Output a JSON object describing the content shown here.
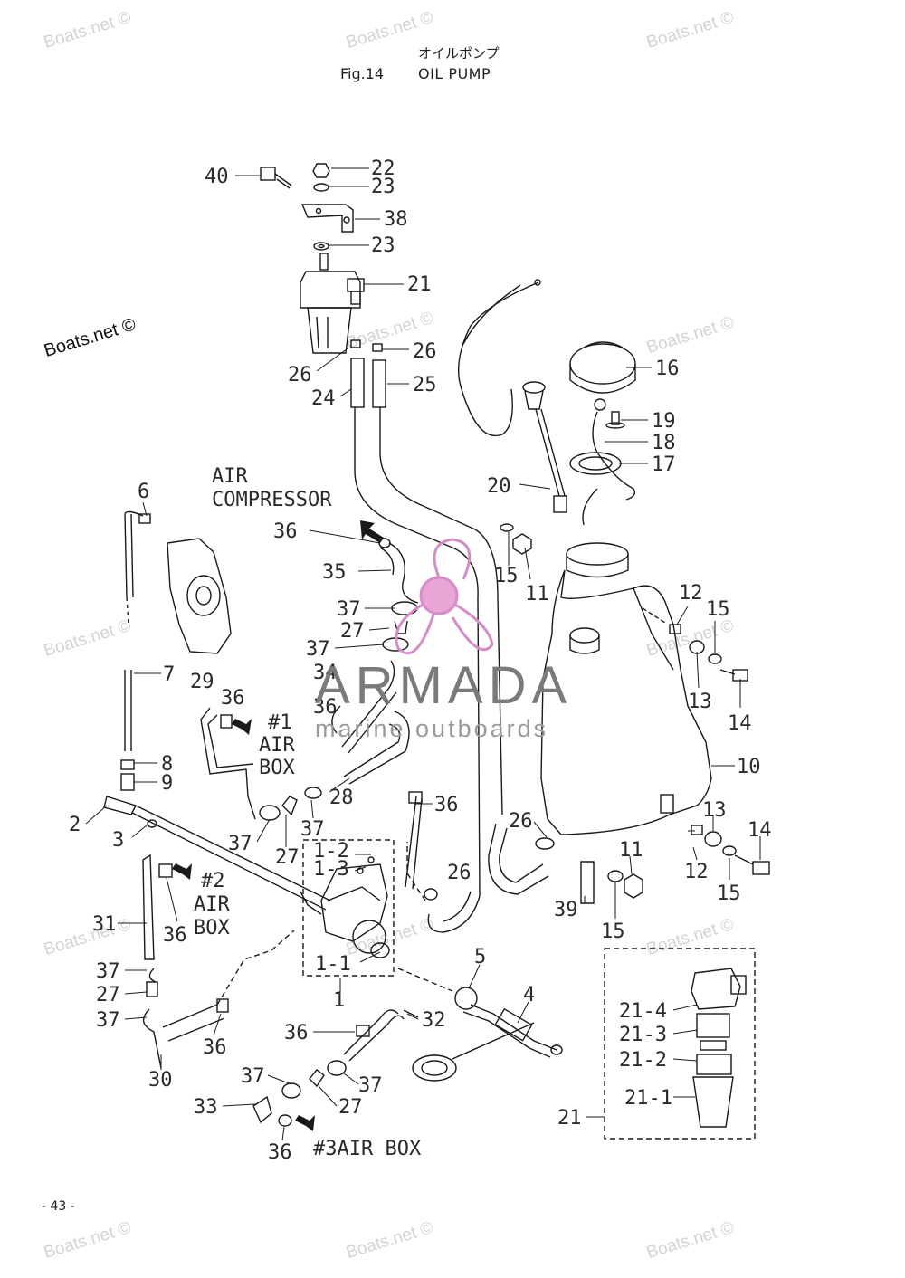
{
  "header": {
    "title_jp": "オイルポンプ",
    "fig_label": "Fig.14",
    "title": "OIL PUMP"
  },
  "footer": {
    "page_number": "- 43 -"
  },
  "watermarks": {
    "text": "Boats.net ©",
    "brand": "ARMADA",
    "brand_sub": "marine outboards"
  },
  "notes": {
    "air_compressor": [
      "AIR",
      "COMPRESSOR"
    ],
    "air_box_1": [
      "#1",
      "AIR",
      "BOX"
    ],
    "air_box_2": [
      "#2",
      "AIR",
      "BOX"
    ],
    "air_box_3": "#3AIR BOX"
  },
  "callouts": {
    "c40": "40",
    "c22": "22",
    "c23a": "23",
    "c38": "38",
    "c23b": "23",
    "c21a": "21",
    "c26a": "26",
    "c26b": "26",
    "c24": "24",
    "c25": "25",
    "c16": "16",
    "c19": "19",
    "c18": "18",
    "c17": "17",
    "c20": "20",
    "c6": "6",
    "c36a": "36",
    "c35": "35",
    "c15a": "15",
    "c11a": "11",
    "c37a": "37",
    "c27a": "27",
    "c37b": "37",
    "c34": "34",
    "c36b": "36",
    "c12a": "12",
    "c15b": "15",
    "c13a": "13",
    "c14a": "14",
    "c7": "7",
    "c29": "29",
    "c36c": "36",
    "c8": "8",
    "c9": "9",
    "c28": "28",
    "c36d": "36",
    "c10": "10",
    "c2": "2",
    "c3": "3",
    "c37c": "37",
    "c27b": "27",
    "c37d": "37",
    "c1_2": "1-2",
    "c1_3": "1-3",
    "c26c": "26",
    "c26d": "26",
    "c13b": "13",
    "c14b": "14",
    "c11b": "11",
    "c12b": "12",
    "c15c": "15",
    "c39": "39",
    "c15d": "15",
    "c31": "31",
    "c36e": "36",
    "c1_1": "1-1",
    "c1": "1",
    "c5": "5",
    "c37e": "37",
    "c27c": "27",
    "c37f": "37",
    "c36f": "36",
    "c4": "4",
    "c36g": "36",
    "c32": "32",
    "c30": "30",
    "c21_4": "21-4",
    "c21_3": "21-3",
    "c21_2": "21-2",
    "c21_1": "21-1",
    "c21b": "21",
    "c37g": "37",
    "c37h": "37",
    "c33": "33",
    "c27d": "27",
    "c36h": "36"
  },
  "colors": {
    "line": "#1a1a1a",
    "watermark": "#d3d3d3",
    "propeller": "#d98ac8"
  }
}
